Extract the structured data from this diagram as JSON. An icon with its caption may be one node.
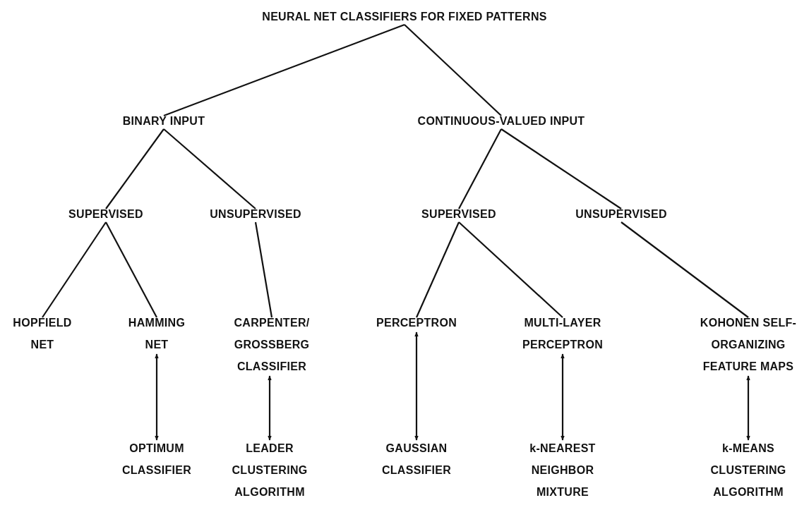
{
  "diagram": {
    "nodes": [
      {
        "text": [
          "NEURAL NET CLASSIFIERS FOR FIXED PATTERNS"
        ]
      },
      {
        "text": [
          "BINARY INPUT"
        ]
      },
      {
        "text": [
          "CONTINUOUS-VALUED INPUT"
        ]
      },
      {
        "text": [
          "SUPERVISED"
        ]
      },
      {
        "text": [
          "UNSUPERVISED"
        ]
      },
      {
        "text": [
          "SUPERVISED"
        ]
      },
      {
        "text": [
          "UNSUPERVISED"
        ]
      },
      {
        "text": [
          "HOPFIELD NET"
        ]
      },
      {
        "text": [
          "HAMMING NET"
        ]
      },
      {
        "text": [
          "CARPENTER/ GROSSBERG CLASSIFIER"
        ]
      },
      {
        "text": [
          "PERCEPTRON"
        ]
      },
      {
        "text": [
          "MULTI-LAYER PERCEPTRON"
        ]
      },
      {
        "text": [
          "KOHONEN SELF-ORGANIZING FEATURE MAPS"
        ]
      },
      {
        "text": [
          "OPTIMUM CLASSIFIER"
        ]
      },
      {
        "text": [
          "LEADER CLUSTERING ALGORITHM"
        ]
      },
      {
        "text": [
          "GAUSSIAN CLASSIFIER"
        ]
      },
      {
        "text": [
          "k-NEAREST NEIGHBOR MIXTURE"
        ]
      },
      {
        "text": [
          "k-MEANS CLUSTERING ALGORITHM"
        ]
      }
    ],
    "edges": [
      {
        "from": 0,
        "to": 1,
        "arrow": "none"
      },
      {
        "from": 0,
        "to": 2,
        "arrow": "none"
      },
      {
        "from": 1,
        "to": 3,
        "arrow": "none"
      },
      {
        "from": 1,
        "to": 4,
        "arrow": "none"
      },
      {
        "from": 2,
        "to": 5,
        "arrow": "none"
      },
      {
        "from": 2,
        "to": 6,
        "arrow": "none"
      },
      {
        "from": 3,
        "to": 7,
        "arrow": "none"
      },
      {
        "from": 3,
        "to": 8,
        "arrow": "none"
      },
      {
        "from": 4,
        "to": 9,
        "arrow": "none"
      },
      {
        "from": 5,
        "to": 10,
        "arrow": "none"
      },
      {
        "from": 5,
        "to": 11,
        "arrow": "none"
      },
      {
        "from": 6,
        "to": 12,
        "arrow": "none"
      },
      {
        "from": 8,
        "to": 13,
        "arrow": "both"
      },
      {
        "from": 9,
        "to": 14,
        "arrow": "both"
      },
      {
        "from": 10,
        "to": 15,
        "arrow": "both"
      },
      {
        "from": 11,
        "to": 16,
        "arrow": "both"
      },
      {
        "from": 12,
        "to": 17,
        "arrow": "both"
      }
    ]
  }
}
